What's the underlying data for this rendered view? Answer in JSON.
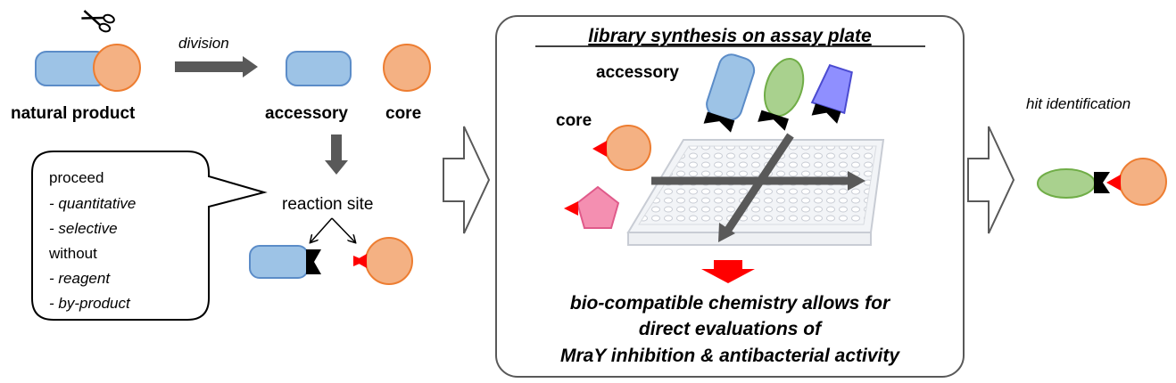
{
  "left": {
    "natural_product_label": "natural product",
    "division_label": "division",
    "accessory_label": "accessory",
    "core_label": "core",
    "reaction_site_label": "reaction site"
  },
  "bubble": {
    "proceed": "proceed",
    "quantitative": "- quantitative",
    "selective": "- selective",
    "without": "without",
    "reagent": "- reagent",
    "byproduct": "- by-product"
  },
  "center": {
    "title": "library synthesis on assay plate",
    "accessory_label": "accessory",
    "core_label": "core",
    "caption_line1": "bio-compatible chemistry allows for",
    "caption_line2": "direct evaluations of",
    "caption_line3": "MraY inhibition & antibacterial activity"
  },
  "right": {
    "hit_label": "hit identification"
  },
  "colors": {
    "blue_fill": "#9dc3e6",
    "blue_stroke": "#5b8cc8",
    "orange_fill": "#f4b183",
    "orange_stroke": "#ed7d31",
    "green_fill": "#a9d18e",
    "green_stroke": "#70ad47",
    "purple_fill": "#8f8fff",
    "purple_stroke": "#4b4bd1",
    "pink_fill": "#f48fb1",
    "pink_stroke": "#e05a8a",
    "red": "#ff0000",
    "arrow_gray": "#595959"
  }
}
